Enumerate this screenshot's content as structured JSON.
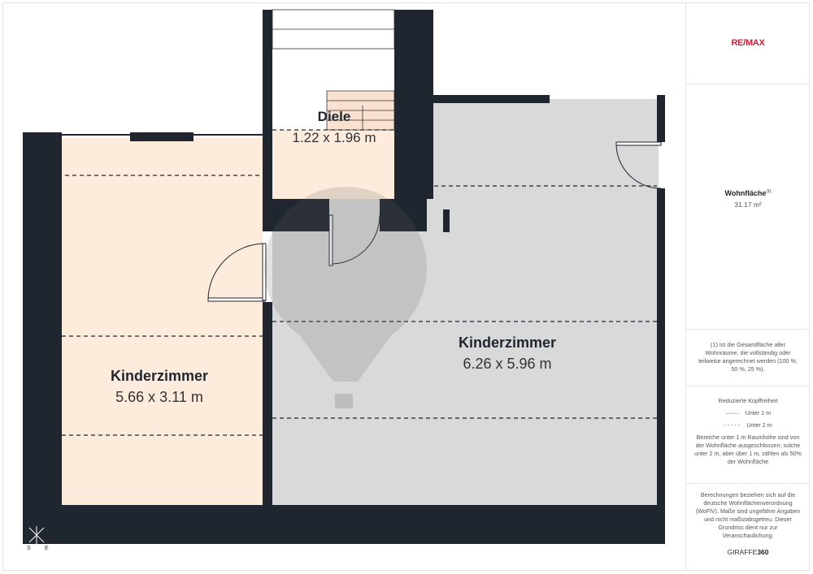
{
  "rooms": [
    {
      "name": "Diele",
      "dims": "1.22 x 1.96 m"
    },
    {
      "name": "Kinderzimmer",
      "dims": "5.66 x 3.11 m"
    },
    {
      "name": "Kinderzimmer",
      "dims": "6.26 x 5.96 m"
    }
  ],
  "compass": {
    "s": "S",
    "e": "E"
  },
  "sidebar": {
    "logo": {
      "re": "RE/",
      "max": "MAX"
    },
    "area_label": "Wohnfläche",
    "area_sup": "(1)",
    "area_value": "31.17 m²",
    "footnote": "(1) Ist die Gesamtfläche aller Wohnräume, die vollständig oder teilweise angerechnet werden (100 %, 50 %, 25 %).",
    "legend_title": "Reduzierte Kopffreiheit",
    "legend_1m": "Unter 1 m",
    "legend_2m": "Unter 2 m",
    "legend_note": "Bereiche unter 1 m Raumhöhe sind von der Wohnfläche ausgeschlossen; solche unter 2 m, aber über 1 m, zählen als 50% der Wohnfläche",
    "disclaimer": "Berechnungen beziehen sich auf die deutsche Wohnflächenverordnung (WoFlV). Maße sind ungefähre Angaben und nicht maßstabsgetreu. Dieser Grundriss dient nur zur Veranschaulichung.",
    "brand_a": "GIRAFFE",
    "brand_b": "360"
  },
  "colors": {
    "wall": "#1f2630",
    "peach": "#fdebdc",
    "gray": "#d9d9d9"
  }
}
